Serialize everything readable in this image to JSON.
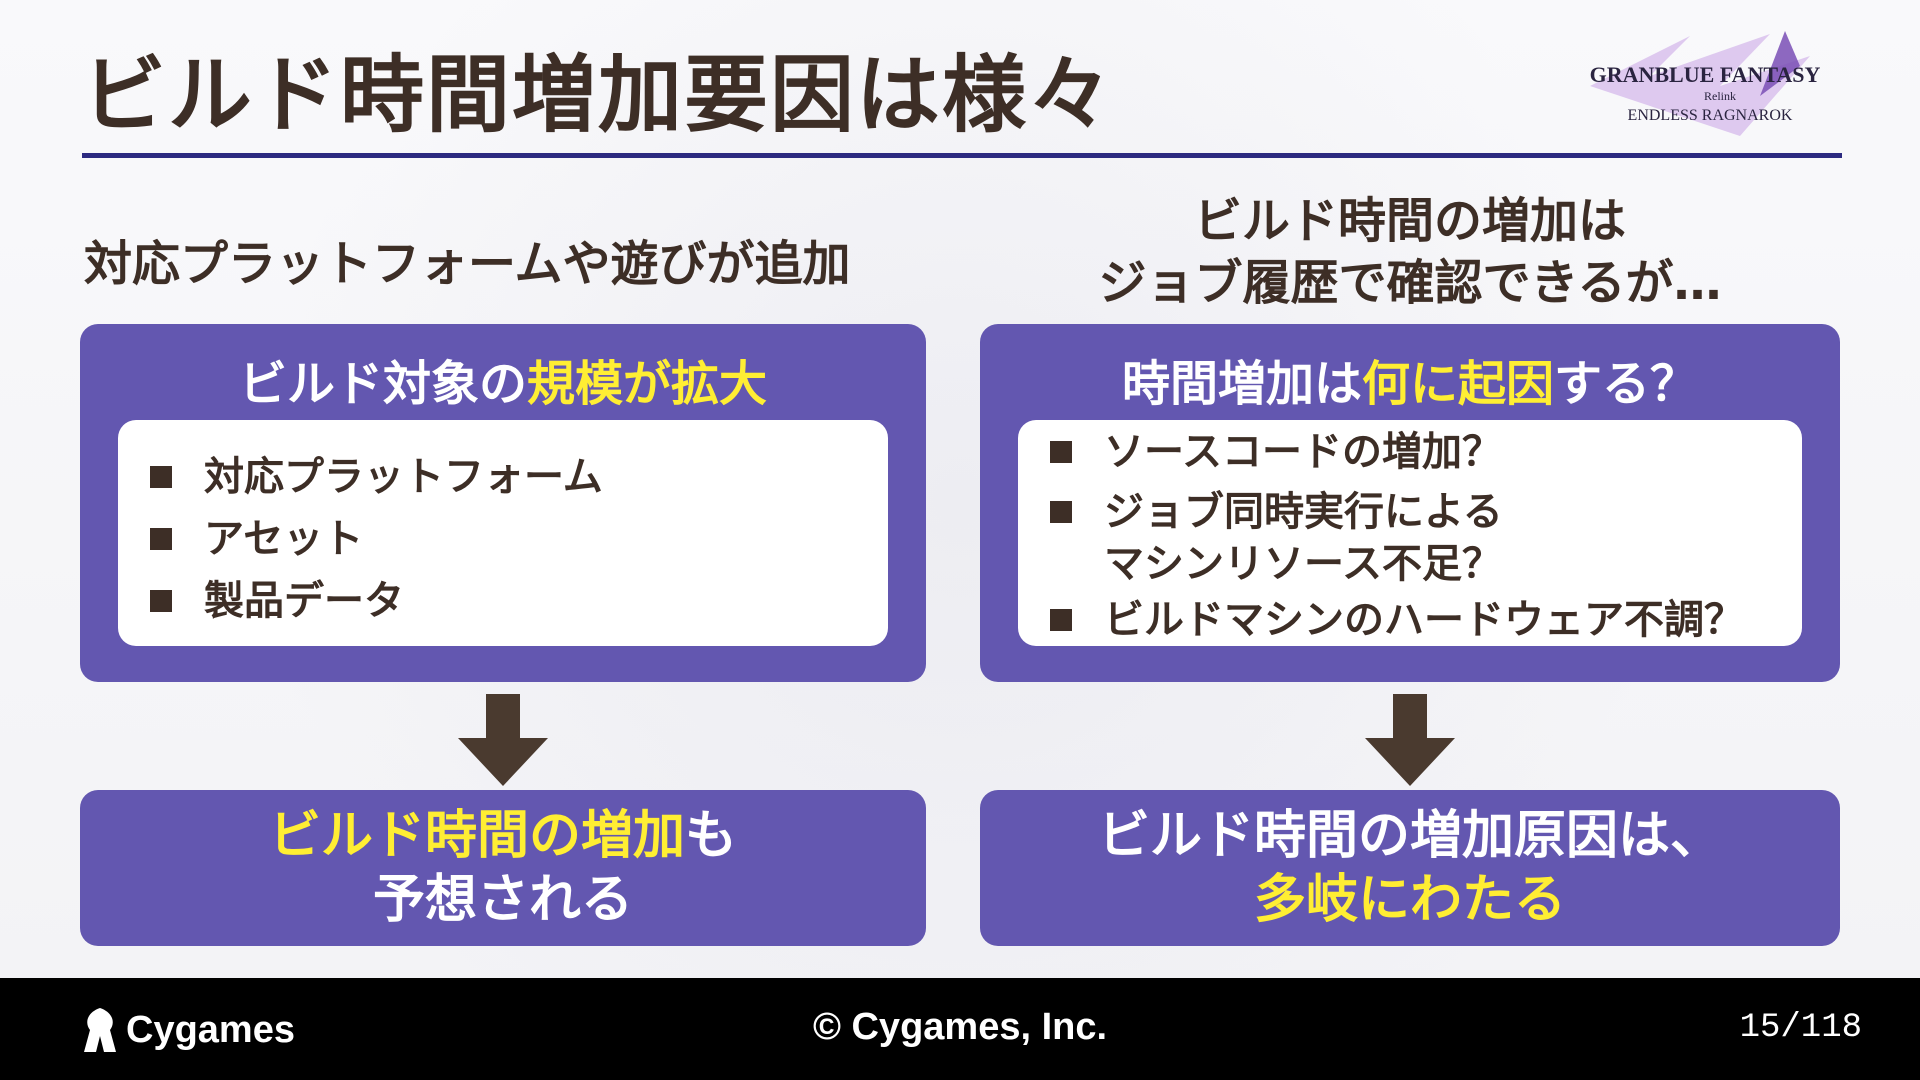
{
  "slide": {
    "title": "ビルド時間増加要因は様々",
    "logo": {
      "line1": "GRANBLUE FANTASY",
      "line2": "Relink",
      "line3": "ENDLESS RAGNAROK",
      "accent": "#7a4fb5"
    }
  },
  "left": {
    "subhead": "対応プラットフォームや遊びが追加",
    "card_title_plain": "ビルド対象の",
    "card_title_highlight": "規模が拡大",
    "items": [
      "対応プラットフォーム",
      "アセット",
      "製品データ"
    ],
    "result_highlight": "ビルド時間の増加",
    "result_plain": "も",
    "result_line2": "予想される"
  },
  "right": {
    "subhead_line1": "ビルド時間の増加は",
    "subhead_line2": "ジョブ履歴で確認できるが…",
    "card_title_plain1": "時間増加は",
    "card_title_highlight": "何に起因",
    "card_title_plain2": "する？",
    "items": [
      {
        "line1": "ソースコードの増加？",
        "line2": ""
      },
      {
        "line1": "ジョブ同時実行による",
        "line2": "マシンリソース不足？"
      },
      {
        "line1": "ビルドマシンのハードウェア不調？",
        "line2": ""
      }
    ],
    "result_line1": "ビルド時間の増加原因は、",
    "result_highlight": "多岐にわたる"
  },
  "footer": {
    "brand": "Cygames",
    "copyright": "© Cygames, Inc.",
    "page": "15/118"
  },
  "colors": {
    "card": "#6357b0",
    "highlight": "#ffee33",
    "text": "#3d2e26",
    "rule": "#2c2a80"
  }
}
